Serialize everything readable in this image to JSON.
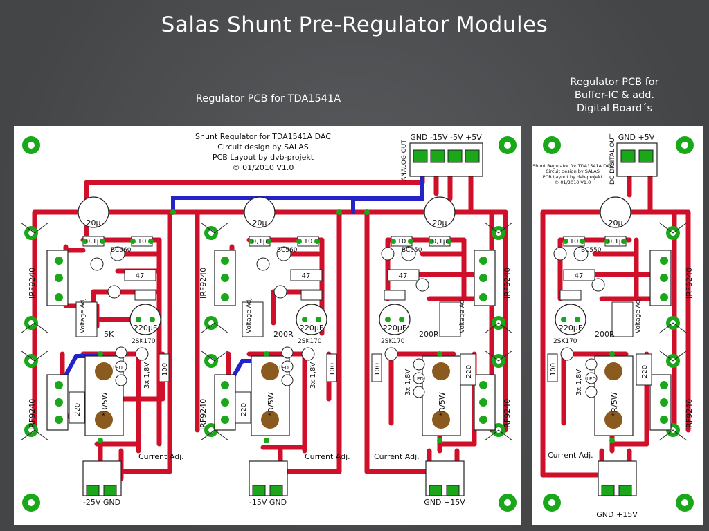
{
  "slide_title": "Salas Shunt Pre-Regulator Modules",
  "board_a_caption": "Regulator PCB for TDA1541A",
  "board_b_caption": [
    "Regulator PCB for",
    "Buffer-IC & add.",
    "Digital Board´s"
  ],
  "board_a": {
    "credits": [
      "Shunt Regulator for TDA1541A DAC",
      "Circuit design by SALAS",
      "PCB Layout by dvb-projekt",
      "© 01/2010 V1.0"
    ],
    "analog_out_label": "ANALOG OUT",
    "analog_out_pins": "GND -15V -5V +5V",
    "modules": [
      {
        "connector": "-25V GND",
        "cap_big": "220µF",
        "cap_top": "20µ",
        "trimmer": "5K",
        "jfet": "2SK170",
        "bc": "BC560",
        "mosfet": "IRF9240"
      },
      {
        "connector": "-15V GND",
        "cap_big": "220µF",
        "cap_top": "20µ",
        "trimmer": "200R",
        "jfet": "2SK170",
        "bc": "BC560",
        "mosfet": "IRF9240"
      },
      {
        "connector": "GND +15V",
        "cap_big": "220µF",
        "cap_top": "20µ",
        "trimmer": "200R",
        "jfet": "2SK170",
        "bc": "BC550",
        "mosfet": "IRF9240"
      }
    ]
  },
  "board_b": {
    "credits": [
      "Shunt Regulator for TDA1541A DAC",
      "Circuit design by SALAS",
      "PCB Layout by dvb-projekt",
      "© 01/2010 V1.0"
    ],
    "dc_out_label": "DC DIGITAL OUT",
    "dc_out_pins": "GND +5V",
    "module": {
      "connector": "GND +15V",
      "cap_big": "220µF",
      "cap_top": "20µ",
      "trimmer": "200R",
      "jfet": "2SK170",
      "bc": "BC550",
      "mosfet": "IRF9240"
    }
  },
  "component_labels": {
    "cap_small": "0,1µ",
    "res_10": "10",
    "res_47": "47",
    "res_100": "100",
    "res_220": "220",
    "zener": "3x 1,8V",
    "led": "LED",
    "power_res": "*R/5W",
    "current_adj": "Current Adj.",
    "voltage_adj": "Voltage Adj."
  },
  "colors": {
    "trace": "#d0102a",
    "jumper": "#2323c8",
    "pad": "#1aa81a",
    "pad_center": "#8a4a12",
    "power_res_pad": "#8b5a1e"
  }
}
